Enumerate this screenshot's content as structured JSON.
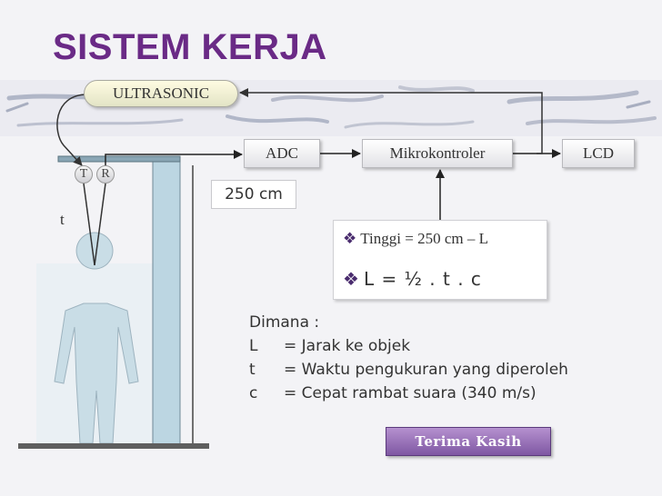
{
  "title": "SISTEM KERJA",
  "blocks": {
    "ultrasonic": "ULTRASONIC",
    "adc": "ADC",
    "mikrokontroler": "Mikrokontroler",
    "lcd": "LCD"
  },
  "sensor": {
    "t": "T",
    "r": "R"
  },
  "time_label": "t",
  "height_label": "250 cm",
  "formula": {
    "line1": "Tinggi = 250 cm – L",
    "line2": "L = ½ . t . c",
    "bullet_icon": "diamond-bullet-icon"
  },
  "legend": {
    "heading": "Dimana :",
    "rows": [
      {
        "symbol": "L",
        "desc": "= Jarak ke objek"
      },
      {
        "symbol": "t",
        "desc": "= Waktu pengukuran yang diperoleh"
      },
      {
        "symbol": "c",
        "desc": "= Cepat rambat suara (340 m/s)"
      }
    ]
  },
  "closing_button": "Terima Kasih",
  "colors": {
    "title": "#6a2a86",
    "button": "#8e64b2",
    "figure_fill": "#c9dde6",
    "pole": "#bcd6e2"
  }
}
